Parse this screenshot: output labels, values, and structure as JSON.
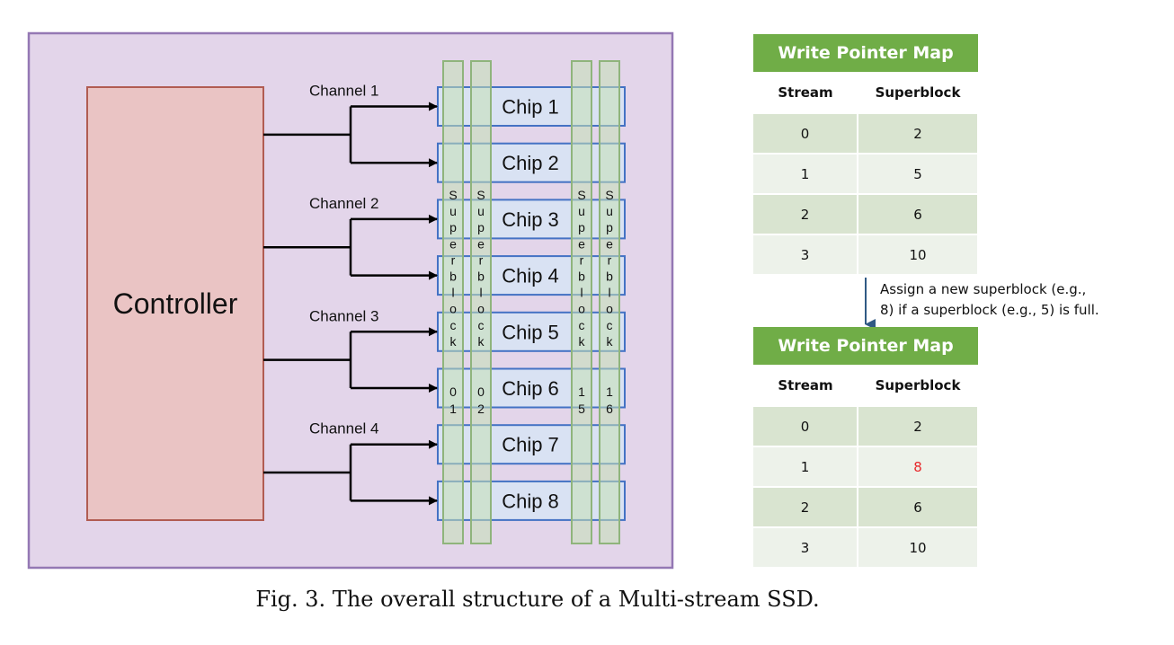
{
  "diagram": {
    "controller_label": "Controller",
    "channels": [
      "Channel 1",
      "Channel 2",
      "Channel 3",
      "Channel 4"
    ],
    "chips": [
      "Chip 1",
      "Chip 2",
      "Chip 3",
      "Chip 4",
      "Chip 5",
      "Chip 6",
      "Chip 7",
      "Chip 8"
    ],
    "superblocks": [
      {
        "word": "Superblock",
        "number": "01"
      },
      {
        "word": "Superblock",
        "number": "02"
      },
      {
        "word": "Superblock",
        "number": "15"
      },
      {
        "word": "Superblock",
        "number": "16"
      }
    ]
  },
  "tables": [
    {
      "title": "Write Pointer Map",
      "headers": [
        "Stream",
        "Superblock"
      ],
      "rows": [
        [
          "0",
          "2"
        ],
        [
          "1",
          "5"
        ],
        [
          "2",
          "6"
        ],
        [
          "3",
          "10"
        ]
      ],
      "highlight_row": -1
    },
    {
      "title": "Write Pointer Map",
      "headers": [
        "Stream",
        "Superblock"
      ],
      "rows": [
        [
          "0",
          "2"
        ],
        [
          "1",
          "8"
        ],
        [
          "2",
          "6"
        ],
        [
          "3",
          "10"
        ]
      ],
      "highlight_row": 1
    }
  ],
  "annotation": {
    "line1": "Assign a new superblock (e.g.,",
    "line2": "8) if a superblock (e.g., 5) is full."
  },
  "caption": "Fig. 3.  The overall structure of a Multi-stream SSD.",
  "colors": {
    "panel_bg": "#e3d5ea",
    "panel_border": "#9478b4",
    "controller_fill": "#eac4c4",
    "controller_border": "#b15c52",
    "chip_fill": "#d9e2f3",
    "chip_border": "#4472c4",
    "superblock_fill": "#c5e0b4",
    "superblock_border": "#8fb47c",
    "table_title_bg": "#70ad47",
    "highlight_text": "#e8282b",
    "arrow": "#305a84"
  }
}
